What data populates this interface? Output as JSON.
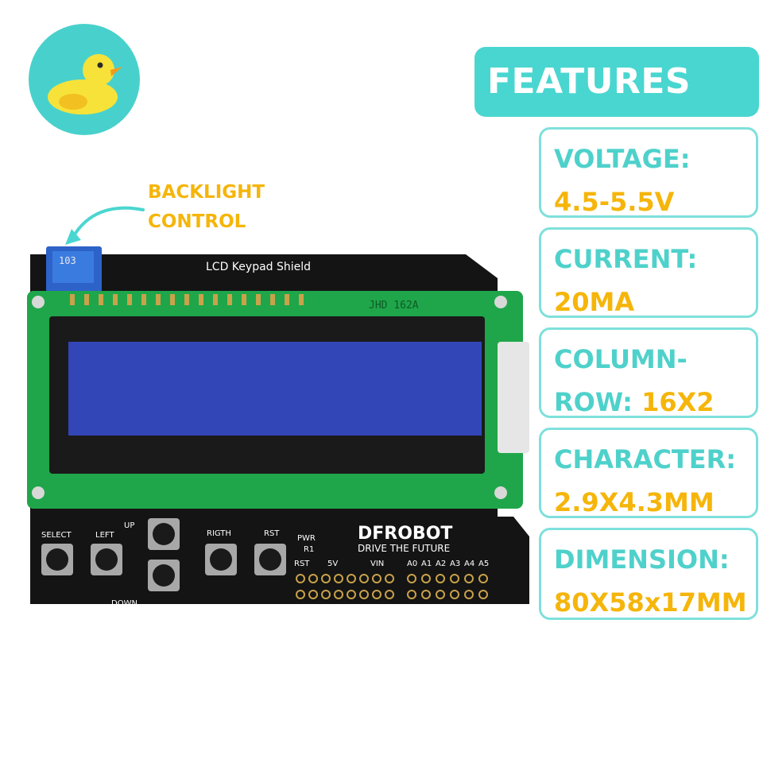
{
  "callout": {
    "line1": "BACKLIGHT",
    "line2": "CONTROL"
  },
  "board": {
    "title": "LCD Keypad Shield",
    "lcd_model": "JHD 162A",
    "pot_code": "103",
    "brand": "DFROBOT",
    "tagline": "DRIVE THE FUTURE",
    "buttons": {
      "select": "SELECT",
      "left": "LEFT",
      "up": "UP",
      "down": "DOWN",
      "right": "RIGTH",
      "rst": "RST"
    },
    "pins": {
      "pwr": "PWR",
      "r1": "R1",
      "rst": "RST",
      "v5": "5V",
      "vin": "VIN",
      "analog": [
        "A0",
        "A1",
        "A2",
        "A3",
        "A4",
        "A5"
      ]
    }
  },
  "features": {
    "header": "FEATURES",
    "items": [
      {
        "label": "VOLTAGE:",
        "value": "4.5-5.5V"
      },
      {
        "label": "CURRENT:",
        "value": "20MA"
      },
      {
        "label1": "COLUMN-",
        "label2": "ROW:",
        "value": "16X2"
      },
      {
        "label": "CHARACTER:",
        "value": "2.9X4.3MM"
      },
      {
        "label": "DIMENSION:",
        "value": "80X58x17MM"
      }
    ]
  },
  "colors": {
    "teal": "#4ad6d0",
    "yellow": "#f5b50a",
    "pcb_green": "#1fa64a",
    "lcd_blue": "#3346b8"
  }
}
